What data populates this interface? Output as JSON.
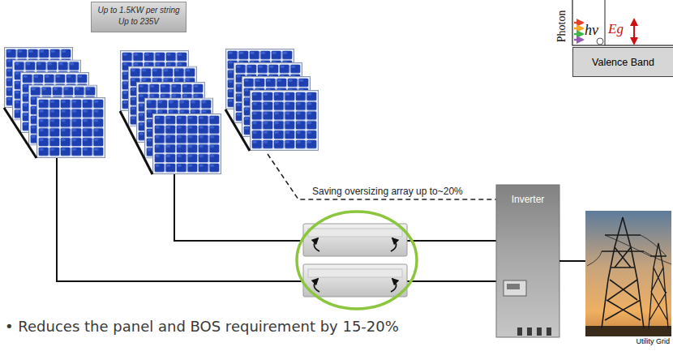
{
  "diagram": {
    "nodes": [
      {
        "text": [
          "Up to 1.5KW per string",
          "Up to 235V"
        ]
      },
      {
        "text": [
          "Valence Band"
        ]
      },
      {
        "text": [
          "Inverter"
        ]
      },
      {
        "text": [
          "Utility Grid"
        ]
      }
    ],
    "edges": [
      {
        "from": 2,
        "to": 3,
        "arrow": "none"
      }
    ],
    "labels": [
      "Photon",
      "hν",
      "Eg",
      "Saving oversizing array up to~20%",
      "• Reduces the panel and BOS requirement by 15-20%"
    ]
  }
}
